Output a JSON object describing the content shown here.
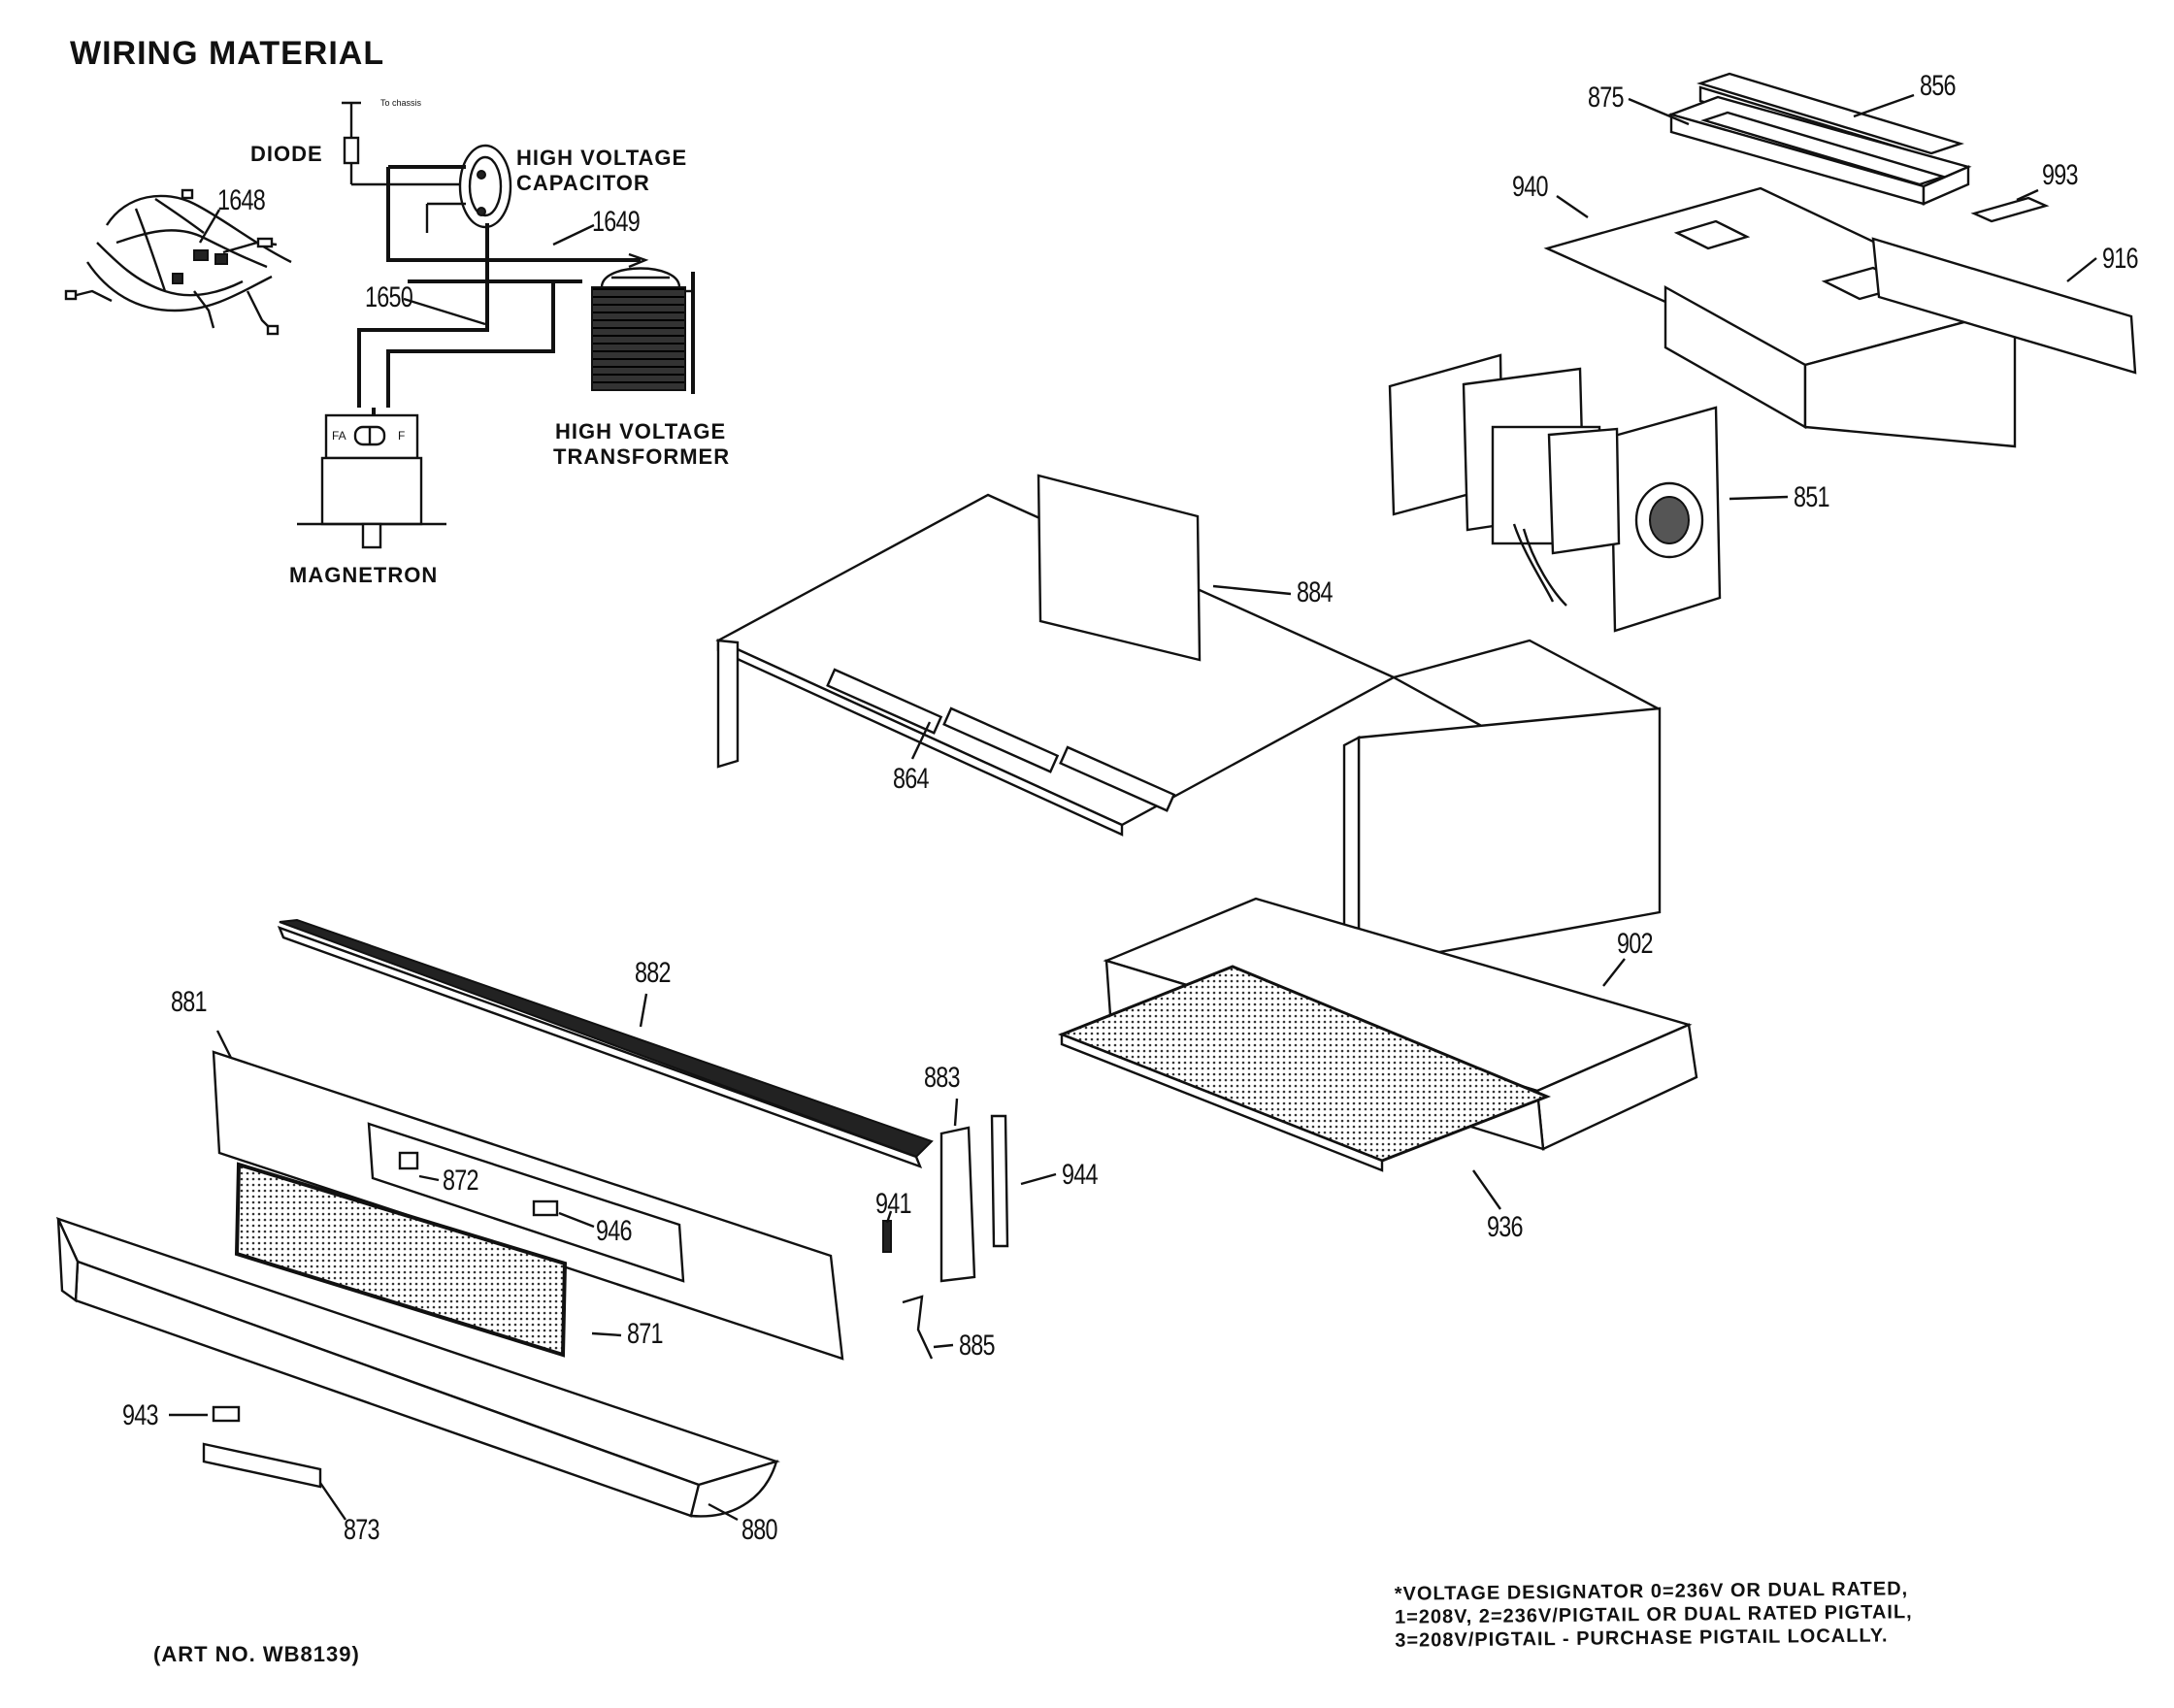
{
  "diagram": {
    "title": "WIRING MATERIAL",
    "wiring_labels": {
      "to_chassis": "To chassis",
      "diode": "DIODE",
      "capacitor_line1": "HIGH VOLTAGE",
      "capacitor_line2": "CAPACITOR",
      "transformer_line1": "HIGH VOLTAGE",
      "transformer_line2": "TRANSFORMER",
      "magnetron": "MAGNETRON",
      "magnetron_terminal_fa": "FA",
      "magnetron_terminal_f": "F"
    },
    "part_numbers": {
      "p1648": "1648",
      "p1649": "1649",
      "p1650": "1650",
      "p856": "856",
      "p875": "875",
      "p940": "940",
      "p993": "993",
      "p916": "916",
      "p851": "851",
      "p884": "884",
      "p864": "864",
      "p902": "902",
      "p936": "936",
      "p882": "882",
      "p881": "881",
      "p883": "883",
      "p944": "944",
      "p941": "941",
      "p872": "872",
      "p946": "946",
      "p871": "871",
      "p885": "885",
      "p943": "943",
      "p873": "873",
      "p880": "880"
    },
    "footnote": [
      "*VOLTAGE DESIGNATOR 0=236V OR DUAL RATED,",
      "1=208V, 2=236V/PIGTAIL OR DUAL RATED PIGTAIL,",
      "3=208V/PIGTAIL - PURCHASE PIGTAIL LOCALLY."
    ],
    "art_number": "(ART NO. WB8139)"
  }
}
